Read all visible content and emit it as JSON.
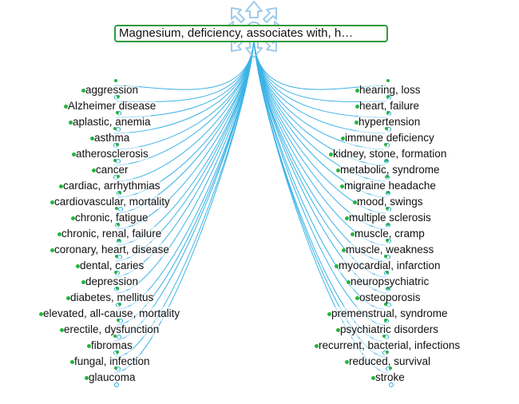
{
  "central_topic": "Magnesium, deficiency, associates with, h…",
  "colors": {
    "connector": "#3bb3e6",
    "central_border": "#2e9a3c",
    "node_dot": "#26b43c",
    "knob": "#28a7e0"
  },
  "left_nodes": [
    "aggression",
    "Alzheimer disease",
    "aplastic, anemia",
    "asthma",
    "atherosclerosis",
    "cancer",
    "cardiac, arrhythmias",
    "cardiovascular, mortality",
    "chronic, fatigue",
    "chronic, renal, failure",
    "coronary, heart, disease",
    "dental, caries",
    "depression",
    "diabetes, mellitus",
    "elevated, all-cause, mortality",
    "erectile, dysfunction",
    "fibromas",
    "fungal, infection",
    "glaucoma"
  ],
  "right_nodes": [
    "hearing, loss",
    "heart, failure",
    "hypertension",
    "immune deficiency",
    "kidney, stone, formation",
    "metabolic, syndrome",
    "migraine headache",
    "mood, swings",
    "multiple sclerosis",
    "muscle, cramp",
    "muscle, weakness",
    "myocardial, infarction",
    "neuropsychiatric",
    "osteoporosis",
    "premenstrual, syndrome",
    "psychiatric disorders",
    "recurrent, bacterial, infections",
    "reduced, survival",
    "stroke"
  ],
  "icons": {
    "navigation": "compass-navigation-icon"
  }
}
